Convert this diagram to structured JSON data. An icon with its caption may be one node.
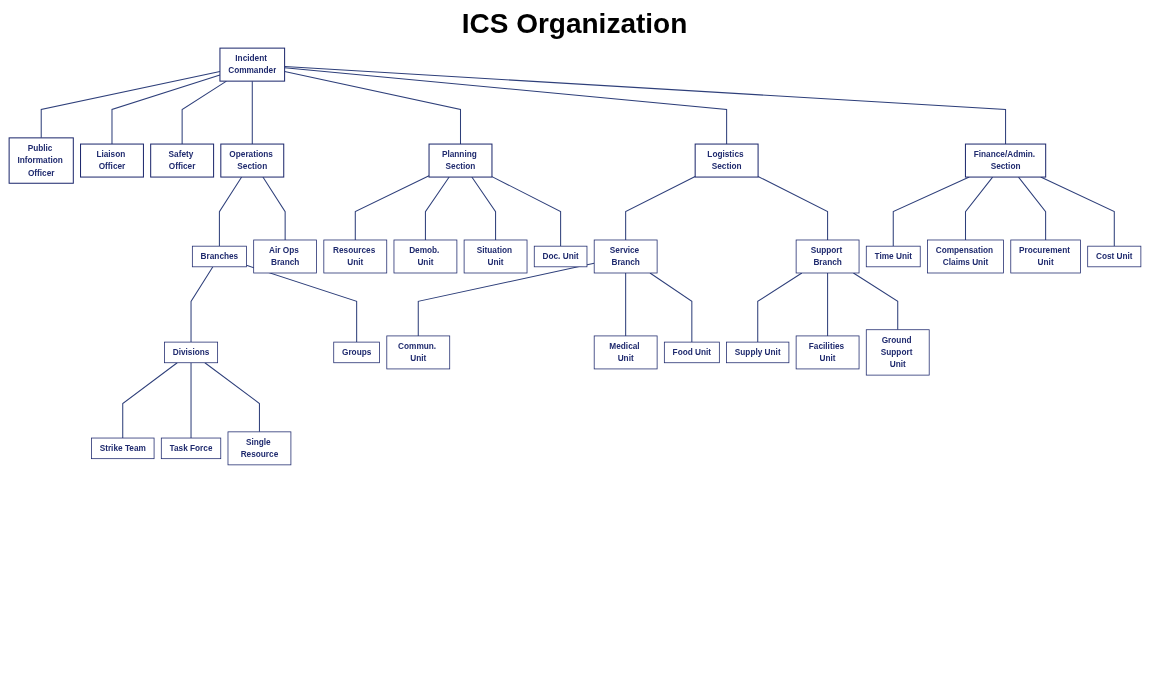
{
  "diagram": {
    "title": "ICS Organization",
    "nodes": [
      {
        "text": [
          "Incident Commander"
        ]
      },
      {
        "text": [
          "Public Information Officer"
        ]
      },
      {
        "text": [
          "Liaison Officer"
        ]
      },
      {
        "text": [
          "Safety Officer"
        ]
      },
      {
        "text": [
          "Operations Section"
        ]
      },
      {
        "text": [
          "Planning Section"
        ]
      },
      {
        "text": [
          "Logistics Section"
        ]
      },
      {
        "text": [
          "Finance/Admin. Section"
        ]
      },
      {
        "text": [
          "Branches"
        ]
      },
      {
        "text": [
          "Air Ops Branch"
        ]
      },
      {
        "text": [
          "Divisions"
        ]
      },
      {
        "text": [
          "Groups"
        ]
      },
      {
        "text": [
          "Strike Team"
        ]
      },
      {
        "text": [
          "Task Force"
        ]
      },
      {
        "text": [
          "Single Resource"
        ]
      },
      {
        "text": [
          "Resources Unit"
        ]
      },
      {
        "text": [
          "Demob. Unit"
        ]
      },
      {
        "text": [
          "Situation Unit"
        ]
      },
      {
        "text": [
          "Doc. Unit"
        ]
      },
      {
        "text": [
          "Service Branch"
        ]
      },
      {
        "text": [
          "Support Branch"
        ]
      },
      {
        "text": [
          "Commun. Unit"
        ]
      },
      {
        "text": [
          "Medical Unit"
        ]
      },
      {
        "text": [
          "Food Unit"
        ]
      },
      {
        "text": [
          "Supply Unit"
        ]
      },
      {
        "text": [
          "Facilities Unit"
        ]
      },
      {
        "text": [
          "Ground Support Unit"
        ]
      },
      {
        "text": [
          "Time Unit"
        ]
      },
      {
        "text": [
          "Compensation Claims Unit"
        ]
      },
      {
        "text": [
          "Procurement Unit"
        ]
      },
      {
        "text": [
          "Cost Unit"
        ]
      }
    ],
    "edges": [
      {
        "from": 0,
        "to": 1,
        "arrow": "none"
      },
      {
        "from": 0,
        "to": 2,
        "arrow": "none"
      },
      {
        "from": 0,
        "to": 3,
        "arrow": "none"
      },
      {
        "from": 0,
        "to": 4,
        "arrow": "none"
      },
      {
        "from": 0,
        "to": 5,
        "arrow": "none"
      },
      {
        "from": 0,
        "to": 6,
        "arrow": "none"
      },
      {
        "from": 0,
        "to": 7,
        "arrow": "none"
      },
      {
        "from": 4,
        "to": 8,
        "arrow": "none"
      },
      {
        "from": 8,
        "to": 10,
        "arrow": "none"
      },
      {
        "from": 10,
        "to": 12,
        "arrow": "none"
      },
      {
        "from": 10,
        "to": 13,
        "arrow": "none"
      },
      {
        "from": 10,
        "to": 14,
        "arrow": "none"
      },
      {
        "from": 8,
        "to": 11,
        "arrow": "none"
      },
      {
        "from": 4,
        "to": 9,
        "arrow": "none"
      },
      {
        "from": 5,
        "to": 15,
        "arrow": "none"
      },
      {
        "from": 5,
        "to": 16,
        "arrow": "none"
      },
      {
        "from": 5,
        "to": 17,
        "arrow": "none"
      },
      {
        "from": 5,
        "to": 18,
        "arrow": "none"
      },
      {
        "from": 6,
        "to": 19,
        "arrow": "none"
      },
      {
        "from": 19,
        "to": 21,
        "arrow": "none"
      },
      {
        "from": 19,
        "to": 22,
        "arrow": "none"
      },
      {
        "from": 19,
        "to": 23,
        "arrow": "none"
      },
      {
        "from": 6,
        "to": 20,
        "arrow": "none"
      },
      {
        "from": 20,
        "to": 24,
        "arrow": "none"
      },
      {
        "from": 20,
        "to": 25,
        "arrow": "none"
      },
      {
        "from": 20,
        "to": 26,
        "arrow": "none"
      },
      {
        "from": 7,
        "to": 27,
        "arrow": "none"
      },
      {
        "from": 7,
        "to": 28,
        "arrow": "none"
      },
      {
        "from": 7,
        "to": 29,
        "arrow": "none"
      },
      {
        "from": 7,
        "to": 30,
        "arrow": "none"
      }
    ]
  }
}
